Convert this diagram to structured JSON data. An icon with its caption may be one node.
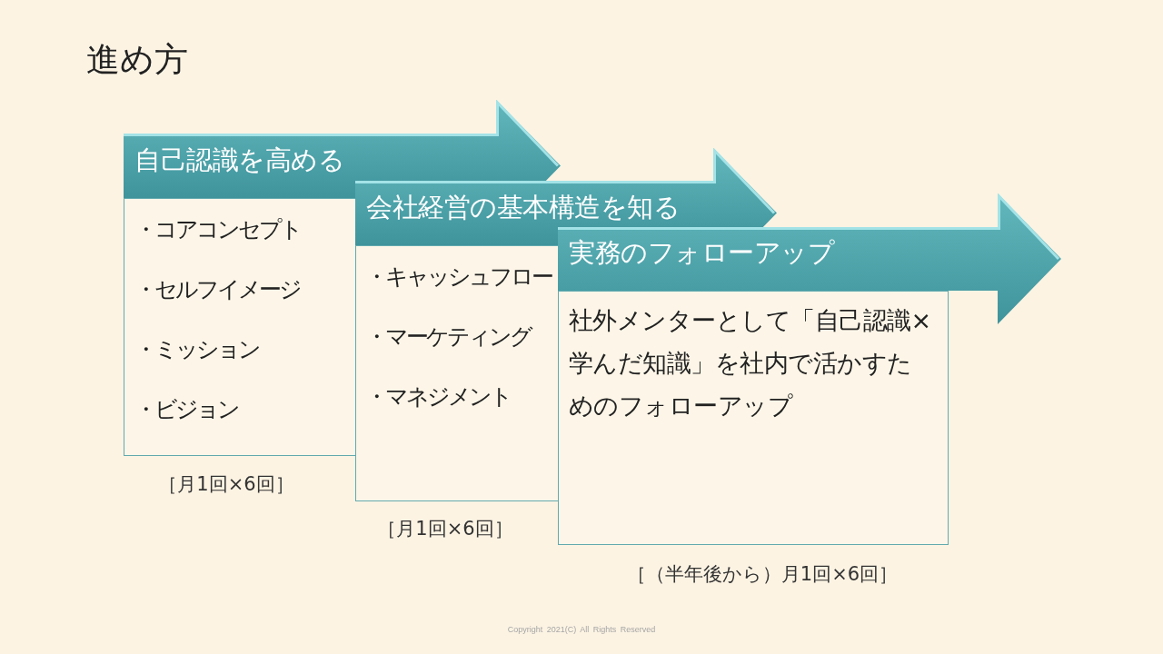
{
  "diagram": {
    "title": "進め方",
    "nodes": [
      {
        "text": [
          "自己認識を高める"
        ]
      },
      {
        "text": [
          "・コアコンセプト",
          "・セルフイメージ",
          "・ミッション",
          "・ビジョン"
        ],
        "beside": [
          "［月1回×6回］"
        ]
      },
      {
        "text": [
          "会社経営の基本構造を知る"
        ]
      },
      {
        "text": [
          "・キャッシュフロー",
          "・マーケティング",
          "・マネジメント"
        ],
        "beside": [
          "［月1回×6回］"
        ]
      },
      {
        "text": [
          "実務のフォローアップ"
        ]
      },
      {
        "text": [
          "社外メンターとして「自己認識×学んだ知識」を社内で活かすためのフォローアップ"
        ],
        "beside": [
          "［（半年後から）月1回×6回］"
        ]
      }
    ],
    "labels": [
      "Copyright 2021(C) All Rights Reserved"
    ]
  }
}
